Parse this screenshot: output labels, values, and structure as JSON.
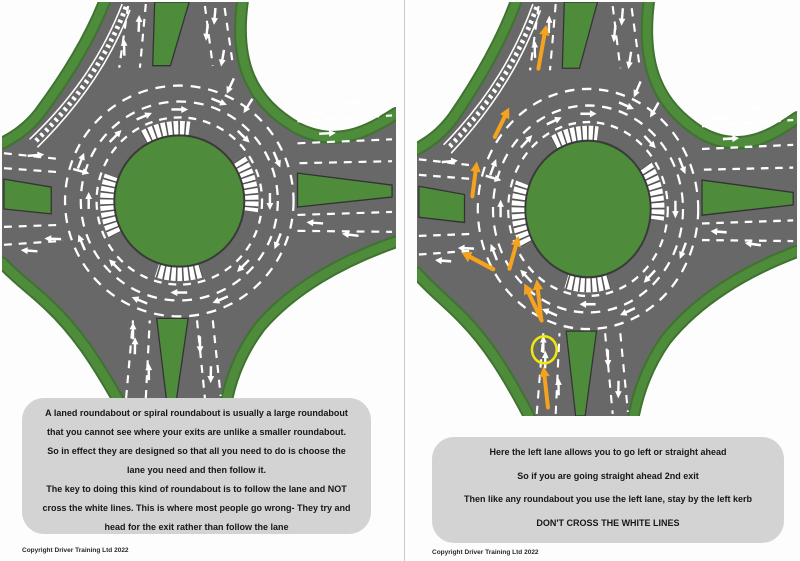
{
  "left": {
    "box": {
      "p1": "A laned roundabout or spiral roundabout is usually a large roundabout that you cannot see where your exits are unlike a smaller roundabout.",
      "p2": "So in effect they are designed so that all you need to do is choose the lane you need and then follow it.",
      "p3": "The key to doing this kind of roundabout is to follow the lane and NOT cross the white lines. This is where most people go wrong- They try and head for the exit rather than follow the lane"
    },
    "copyright": "Copyright Driver Training Ltd 2022"
  },
  "right": {
    "box": {
      "l1": "Here the left lane allows you to go left or straight ahead",
      "l2": "So if you are going straight ahead 2nd exit",
      "l3": "Then like any roundabout you use the left lane, stay by the left kerb",
      "l4": "DON'T CROSS THE WHITE LINES"
    },
    "copyright": "Copyright Driver Training Ltd 2022"
  },
  "colors": {
    "road_gray": "#676867",
    "verge_green": "#4e8b3b",
    "verge_edge_green": "#3f7330",
    "lane_marking_white": "#ffffff",
    "island_outline": "#3a3a3a",
    "route_arrow_orange": "#f5a31e",
    "position_circle_yellow": "#f2e60a",
    "textbox_gray": "#d3d3d3"
  }
}
